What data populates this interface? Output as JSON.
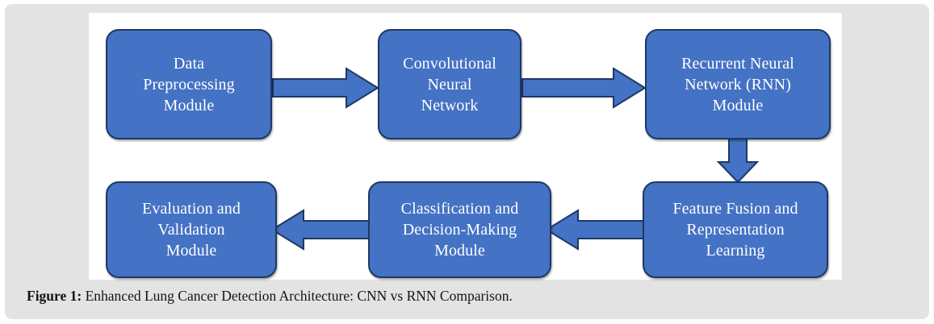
{
  "figure": {
    "caption_lead": "Figure 1:",
    "caption_text": " Enhanced Lung Cancer Detection Architecture: CNN vs RNN Comparison.",
    "card_background": "#e3e3e3",
    "canvas_background": "#ffffff"
  },
  "diagram": {
    "type": "flowchart",
    "node_fill": "#4472c4",
    "node_border": "#1f3864",
    "node_text_color": "#ffffff",
    "nodes": [
      {
        "id": "data-preprocessing",
        "label": "Data\nPreprocessing\nModule"
      },
      {
        "id": "cnn",
        "label": "Convolutional\nNeural\nNetwork"
      },
      {
        "id": "rnn",
        "label": "Recurrent Neural\nNetwork (RNN)\nModule"
      },
      {
        "id": "feature-fusion",
        "label": "Feature Fusion and\nRepresentation\nLearning"
      },
      {
        "id": "classification",
        "label": "Classification and\nDecision-Making\nModule"
      },
      {
        "id": "evaluation",
        "label": "Evaluation and\nValidation\nModule"
      }
    ],
    "edges": [
      {
        "from": "data-preprocessing",
        "to": "cnn",
        "direction": "right"
      },
      {
        "from": "cnn",
        "to": "rnn",
        "direction": "right"
      },
      {
        "from": "rnn",
        "to": "feature-fusion",
        "direction": "down"
      },
      {
        "from": "feature-fusion",
        "to": "classification",
        "direction": "left"
      },
      {
        "from": "classification",
        "to": "evaluation",
        "direction": "left"
      }
    ]
  }
}
